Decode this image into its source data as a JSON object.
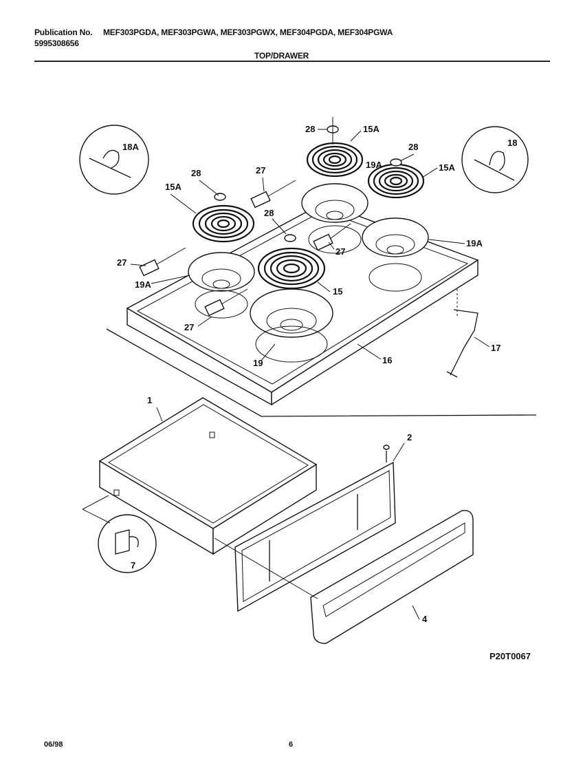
{
  "header": {
    "pub_label": "Publication No.",
    "pub_number": "5995308656",
    "models": "MEF303PGDA, MEF303PGWA, MEF303PGWX, MEF304PGDA, MEF304PGWA",
    "section": "TOP/DRAWER"
  },
  "diagram_code": "P20T0067",
  "footer": {
    "date": "06/98",
    "page": "6"
  },
  "callouts": {
    "c18a": "18A",
    "c18": "18",
    "c28a": "28",
    "c15a_a": "15A",
    "c28b": "28",
    "c27a": "27",
    "c19a_a": "19A",
    "c15a_b": "15A",
    "c28c": "28",
    "c15a_c": "15A",
    "c28d": "28",
    "c27b": "27",
    "c19a_b": "19A",
    "c27c": "27",
    "c19a_c": "19A",
    "c15": "15",
    "c27d": "27",
    "c17": "17",
    "c19": "19",
    "c16": "16",
    "c1": "1",
    "c2": "2",
    "c7": "7",
    "c4": "4"
  }
}
